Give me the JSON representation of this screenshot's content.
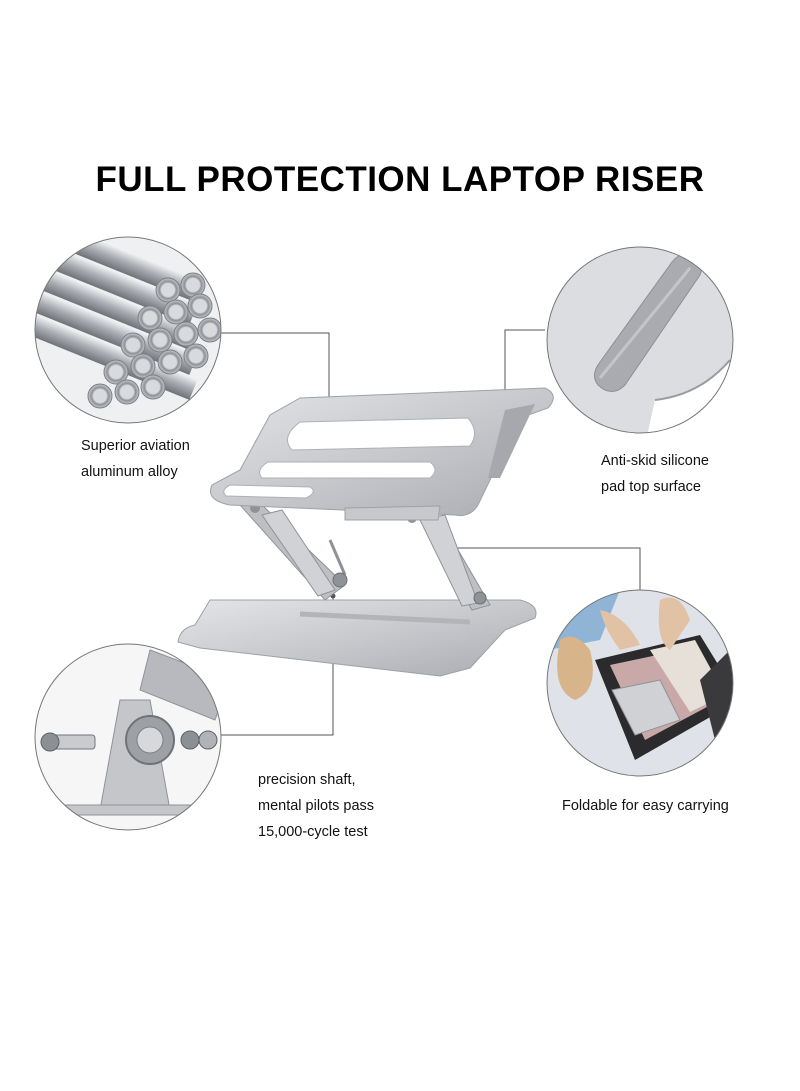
{
  "title": "FULL PROTECTION LAPTOP RISER",
  "features": [
    {
      "lines": [
        "Superior aviation",
        "aluminum alloy"
      ],
      "icon": "aluminum-tubes-icon"
    },
    {
      "lines": [
        "Anti-skid silicone",
        "pad top surface"
      ],
      "icon": "silicone-pad-icon"
    },
    {
      "lines": [
        "precision shaft,",
        "mental pilots pass",
        "15,000-cycle test"
      ],
      "icon": "shaft-hinge-icon"
    },
    {
      "lines": [
        "Foldable for easy carrying"
      ],
      "icon": "suitcase-packing-icon"
    }
  ],
  "colors": {
    "aluminum": "#c9cbcf",
    "aluminum_dark": "#9a9ca1",
    "leader_line": "#555555"
  }
}
